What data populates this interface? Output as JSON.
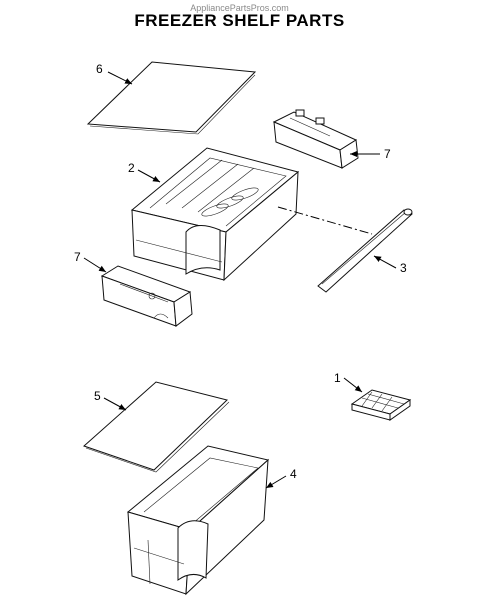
{
  "watermark": "AppliancePartsPros.com",
  "title": "FREEZER SHELF PARTS",
  "callouts": {
    "c1": "1",
    "c2": "2",
    "c3": "3",
    "c4": "4",
    "c5": "5",
    "c6": "6",
    "c7a": "7",
    "c7b": "7"
  }
}
